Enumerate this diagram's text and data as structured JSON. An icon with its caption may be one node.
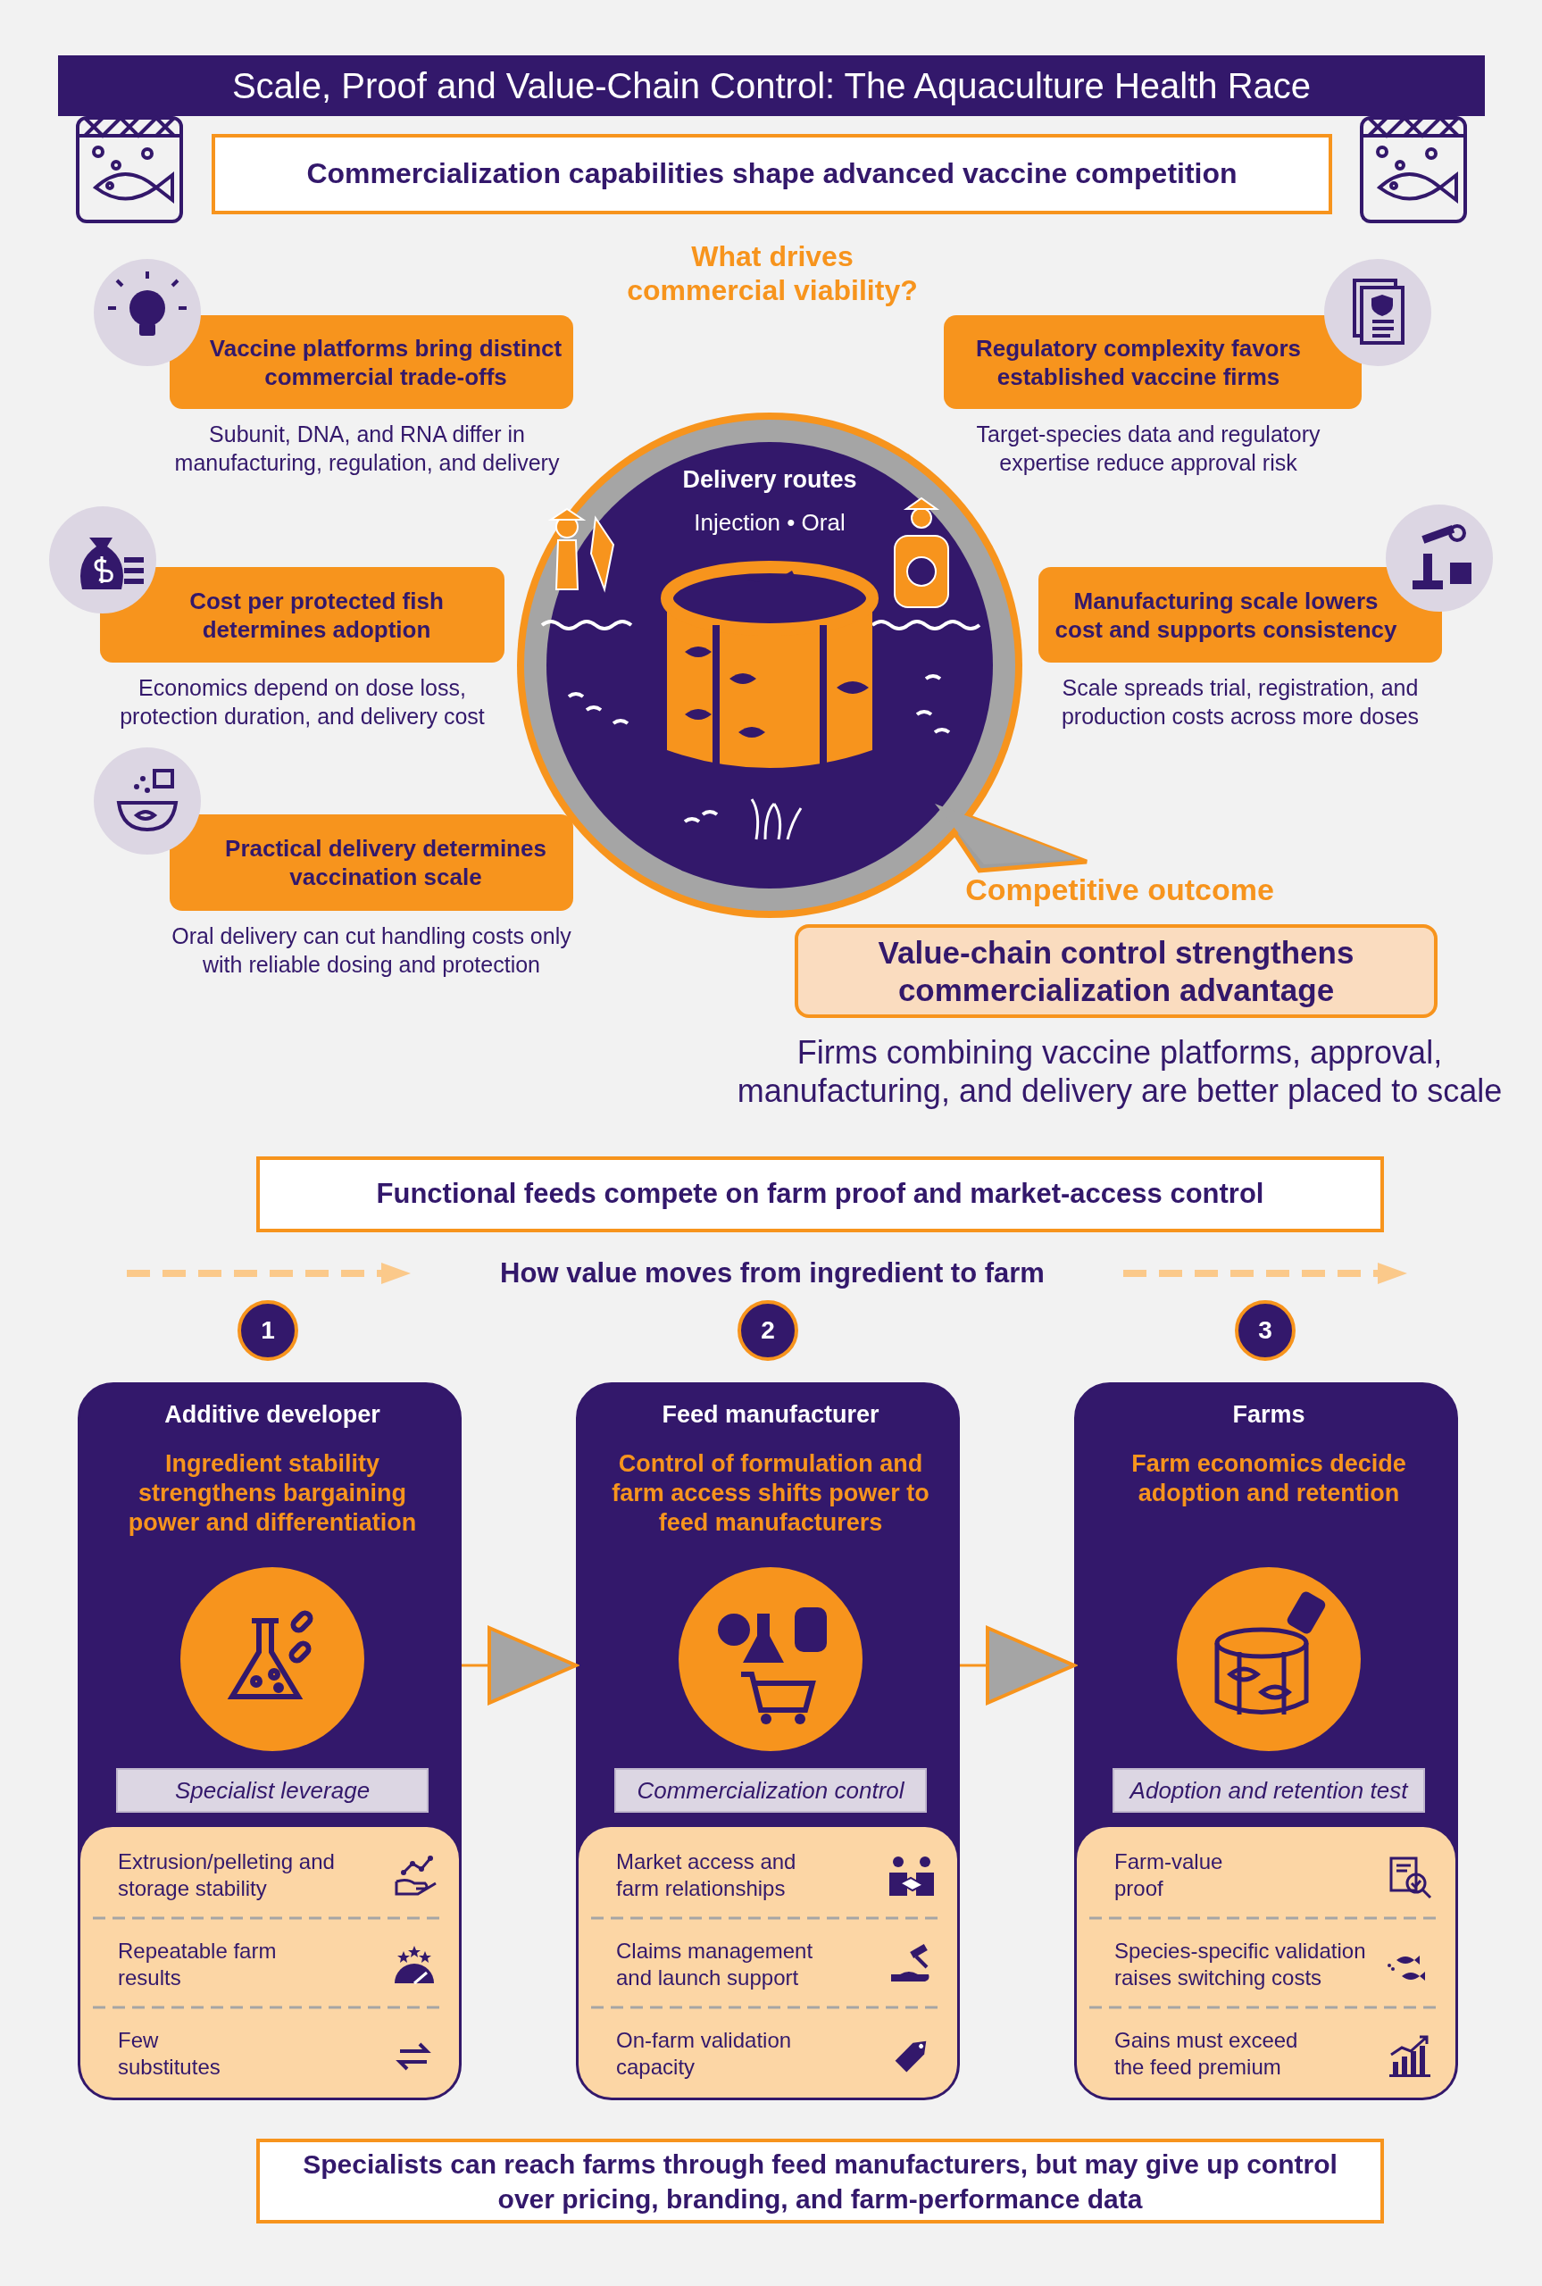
{
  "diagram": {
    "title": "Scale, Proof and Value-Chain Control: The Aquaculture Health Race",
    "nodes": [
      {
        "text": [
          "Commercialization capabilities shape advanced vaccine competition"
        ]
      },
      {
        "text": [
          "Vaccine platforms bring distinct commercial trade-offs"
        ]
      },
      {
        "text": [
          "Regulatory complexity favors established vaccine firms"
        ]
      },
      {
        "text": [
          "Cost per protected fish determines adoption"
        ],
        "beside": [
          "Economics depend on dose loss, protection duration, and delivery cost"
        ]
      },
      {
        "text": [
          "Manufacturing scale lowers cost and supports consistency"
        ],
        "beside": [
          "Scale spreads trial, registration, and production costs across more doses"
        ]
      },
      {
        "text": [
          "Practical delivery determines vaccination scale"
        ],
        "beside": [
          "Oral delivery can cut handling costs only with reliable dosing and protection"
        ]
      },
      {
        "text": [
          "Delivery routes",
          "Injection • Oral"
        ]
      },
      {
        "text": [
          "Competitive outcome",
          "Value-chain control strengthens commercialization advantage"
        ],
        "beside": [
          "Firms combining vaccine platforms, approval, manufacturing, and delivery are better placed to scale"
        ]
      },
      {
        "text": [
          "Functional feeds compete on farm proof and market-access control"
        ]
      },
      {
        "text": [
          "1"
        ]
      },
      {
        "text": [
          "Additive developer",
          "Ingredient stability strengthens bargaining power and differentiation"
        ]
      },
      {
        "text": [
          "Specialist leverage"
        ],
        "in": 10
      },
      {
        "text": [
          "Extrusion/pelleting and storage stability"
        ],
        "in": 10
      },
      {
        "text": [
          "Repeatable farm results"
        ],
        "in": 10
      },
      {
        "text": [
          "Few substitutes"
        ],
        "in": 10
      },
      {
        "text": [
          "2"
        ]
      },
      {
        "text": [
          "Feed manufacturer",
          "Control of formulation and farm access shifts power to feed manufacturers"
        ]
      },
      {
        "text": [
          "Commercialization control"
        ],
        "in": 16
      },
      {
        "text": [
          "Market access and farm relationships"
        ],
        "in": 16
      },
      {
        "text": [
          "Claims management and launch support"
        ],
        "in": 16
      },
      {
        "text": [
          "On-farm validation capacity"
        ],
        "in": 16
      },
      {
        "text": [
          "3"
        ]
      },
      {
        "text": [
          "Farms",
          "Farm economics decide adoption and retention"
        ]
      },
      {
        "text": [
          "Adoption and retention test"
        ],
        "in": 22
      },
      {
        "text": [
          "Farm-value proof"
        ],
        "in": 22
      },
      {
        "text": [
          "Species-specific validation raises switching costs"
        ],
        "in": 22
      },
      {
        "text": [
          "Gains must exceed the feed premium"
        ],
        "in": 22
      },
      {
        "text": [
          "Specialists can reach farms through feed manufacturers, but may give up control over pricing, branding, and farm-performance data"
        ]
      }
    ],
    "edges": [
      {
        "from": 10,
        "to": 16,
        "arrow": "to"
      },
      {
        "from": 16,
        "to": 22,
        "arrow": "to"
      }
    ],
    "labels": [
      "What drives commercial viability?",
      "Subunit, DNA, and RNA differ in manufacturing, regulation, and delivery",
      "Target-species data and regulatory expertise reduce approval risk",
      "How value moves from ingredient to farm"
    ]
  }
}
